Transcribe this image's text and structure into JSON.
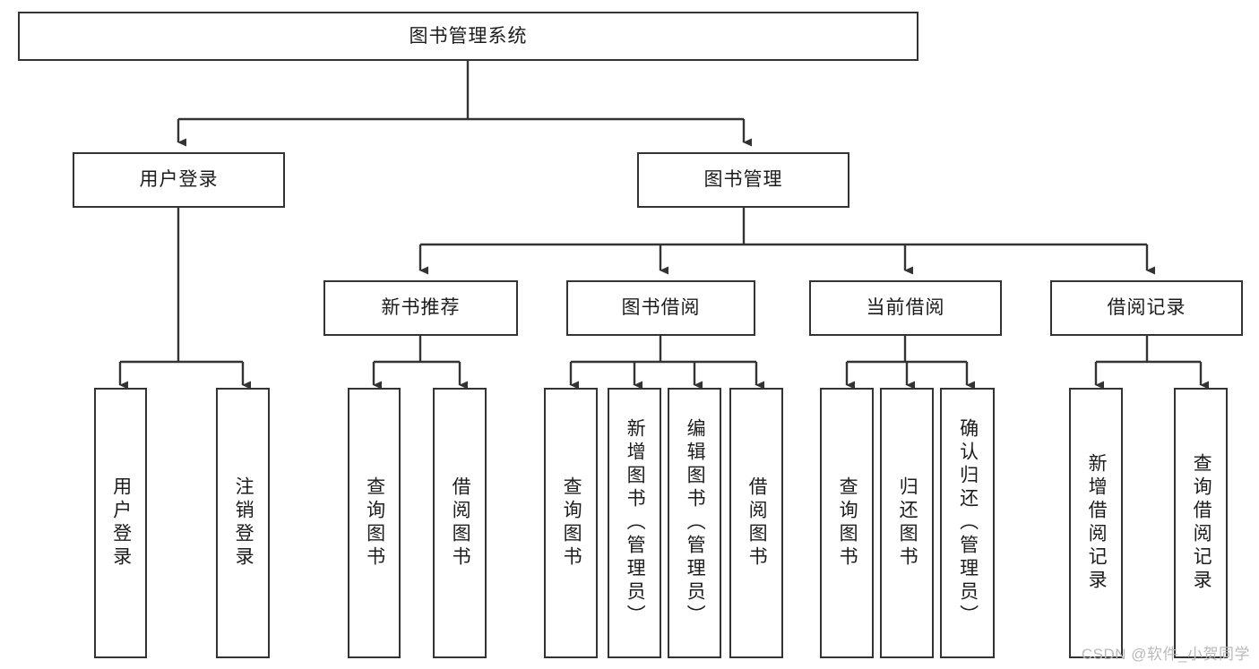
{
  "diagram": {
    "title": "图书管理系统",
    "watermark": "CSDN @软件_小贺同学",
    "line_color": "#333333",
    "box_border_color": "#333333",
    "background": "#ffffff",
    "root": {
      "label": "图书管理系统"
    },
    "level1": [
      {
        "label": "用户登录"
      },
      {
        "label": "图书管理"
      }
    ],
    "level2": [
      {
        "label": "新书推荐"
      },
      {
        "label": "图书借阅"
      },
      {
        "label": "当前借阅"
      },
      {
        "label": "借阅记录"
      }
    ],
    "leaves": {
      "user_login": [
        {
          "label": "用户登录"
        },
        {
          "label": "注销登录"
        }
      ],
      "new_book": [
        {
          "label": "查询图书"
        },
        {
          "label": "借阅图书"
        }
      ],
      "book_borrow": [
        {
          "label": "查询图书"
        },
        {
          "label": "新增图书（管理员）"
        },
        {
          "label": "编辑图书（管理员）"
        },
        {
          "label": "借阅图书"
        }
      ],
      "current_borrow": [
        {
          "label": "查询图书"
        },
        {
          "label": "归还图书"
        },
        {
          "label": "确认归还（管理员）"
        }
      ],
      "borrow_record": [
        {
          "label": "新增借阅记录"
        },
        {
          "label": "查询借阅记录"
        }
      ]
    }
  }
}
